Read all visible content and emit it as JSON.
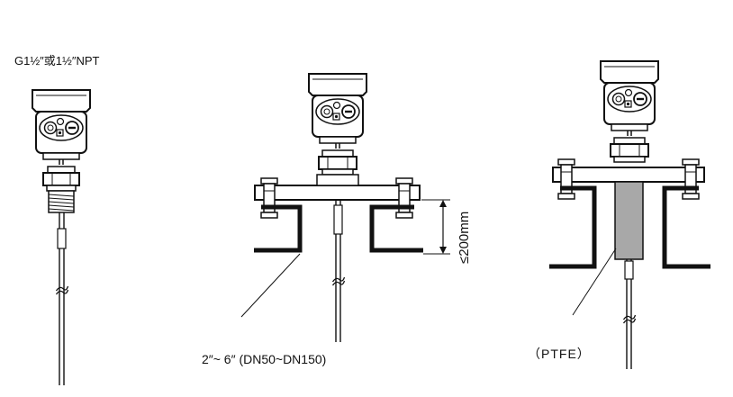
{
  "labels": {
    "thread": "G1½″或1½″NPT",
    "flange_size": "2″~ 6″ (DN50~DN150)",
    "dimension": "≤200mm",
    "sleeve_material": "（PTFE）"
  },
  "colors": {
    "stroke": "#111111",
    "sleeve_fill": "#a8a8a8",
    "background": "#ffffff"
  },
  "icons": {
    "display_window": "circle-window-icon",
    "zero_screw": "minus-circle-icon"
  }
}
